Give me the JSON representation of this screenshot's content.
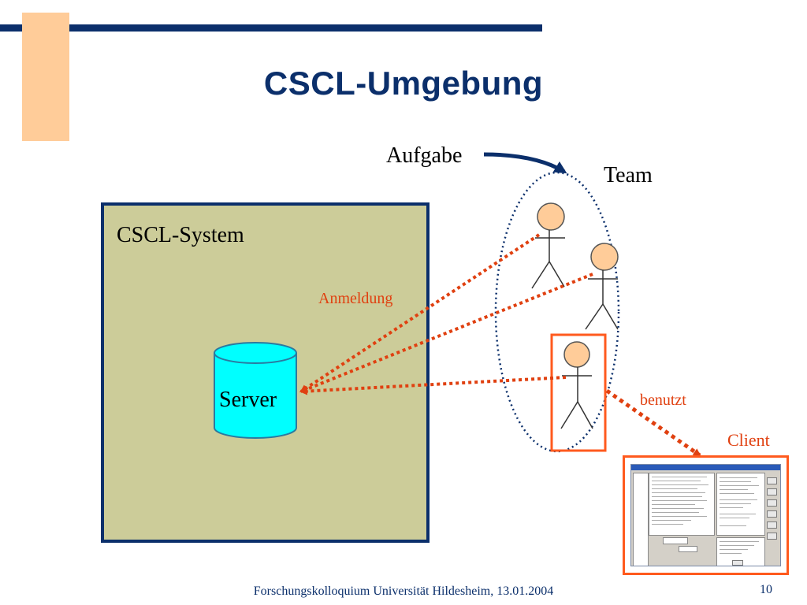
{
  "slide": {
    "title": "CSCL-Umgebung",
    "footer": "Forschungskolloquium Universität Hildesheim, 13.01.2004",
    "page_number": "10"
  },
  "diagram": {
    "system_label": "CSCL-System",
    "server_label": "Server",
    "task_label": "Aufgabe",
    "team_label": "Team",
    "login_label": "Anmeldung",
    "uses_label": "benutzt",
    "client_label": "Client"
  },
  "colors": {
    "title_blue": "#0b2f6b",
    "accent": "#ffcc99",
    "system_fill": "#cccc99",
    "server_fill": "#00ffff",
    "person_head": "#ffcc99",
    "arrow_red": "#e04010",
    "highlight_red": "#ff5a1e"
  }
}
